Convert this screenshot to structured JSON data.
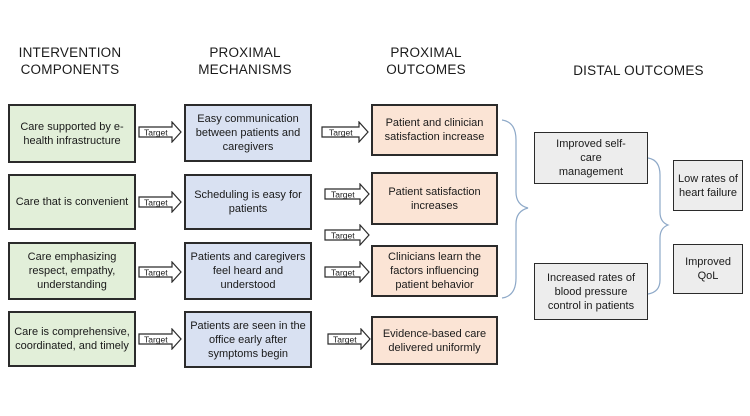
{
  "headers": {
    "intervention": [
      "INTERVENTION",
      "COMPONENTS"
    ],
    "mechanisms": [
      "PROXIMAL",
      "MECHANISMS"
    ],
    "proximal_outcomes": [
      "PROXIMAL",
      "OUTCOMES"
    ],
    "distal_outcomes": [
      "DISTAL OUTCOMES"
    ]
  },
  "intervention_boxes": [
    "Care supported by e-health infrastructure",
    "Care that is convenient",
    "Care emphasizing respect, empathy, understanding",
    "Care is comprehensive, coordinated, and timely"
  ],
  "mechanism_boxes": [
    "Easy communication between patients and caregivers",
    "Scheduling is easy for patients",
    "Patients and caregivers feel heard and understood",
    "Patients are seen in the office early after symptoms begin"
  ],
  "proximal_boxes": [
    "Patient and clinician satisfaction increase",
    "Patient satisfaction increases",
    "Clinicians learn the factors influencing patient behavior",
    "Evidence-based care delivered uniformly"
  ],
  "distal_mid_boxes": [
    "Improved self-care management",
    "Increased rates of blood pressure control in patients"
  ],
  "distal_final_boxes": [
    "Low rates of heart failure",
    "Improved QoL"
  ],
  "arrow_label": "Target",
  "colors": {
    "intervention": "#e2efd9",
    "mechanism": "#d9e1f2",
    "proximal": "#fbe4d5",
    "distal": "#ededed",
    "brace": "#8ea9c8"
  }
}
